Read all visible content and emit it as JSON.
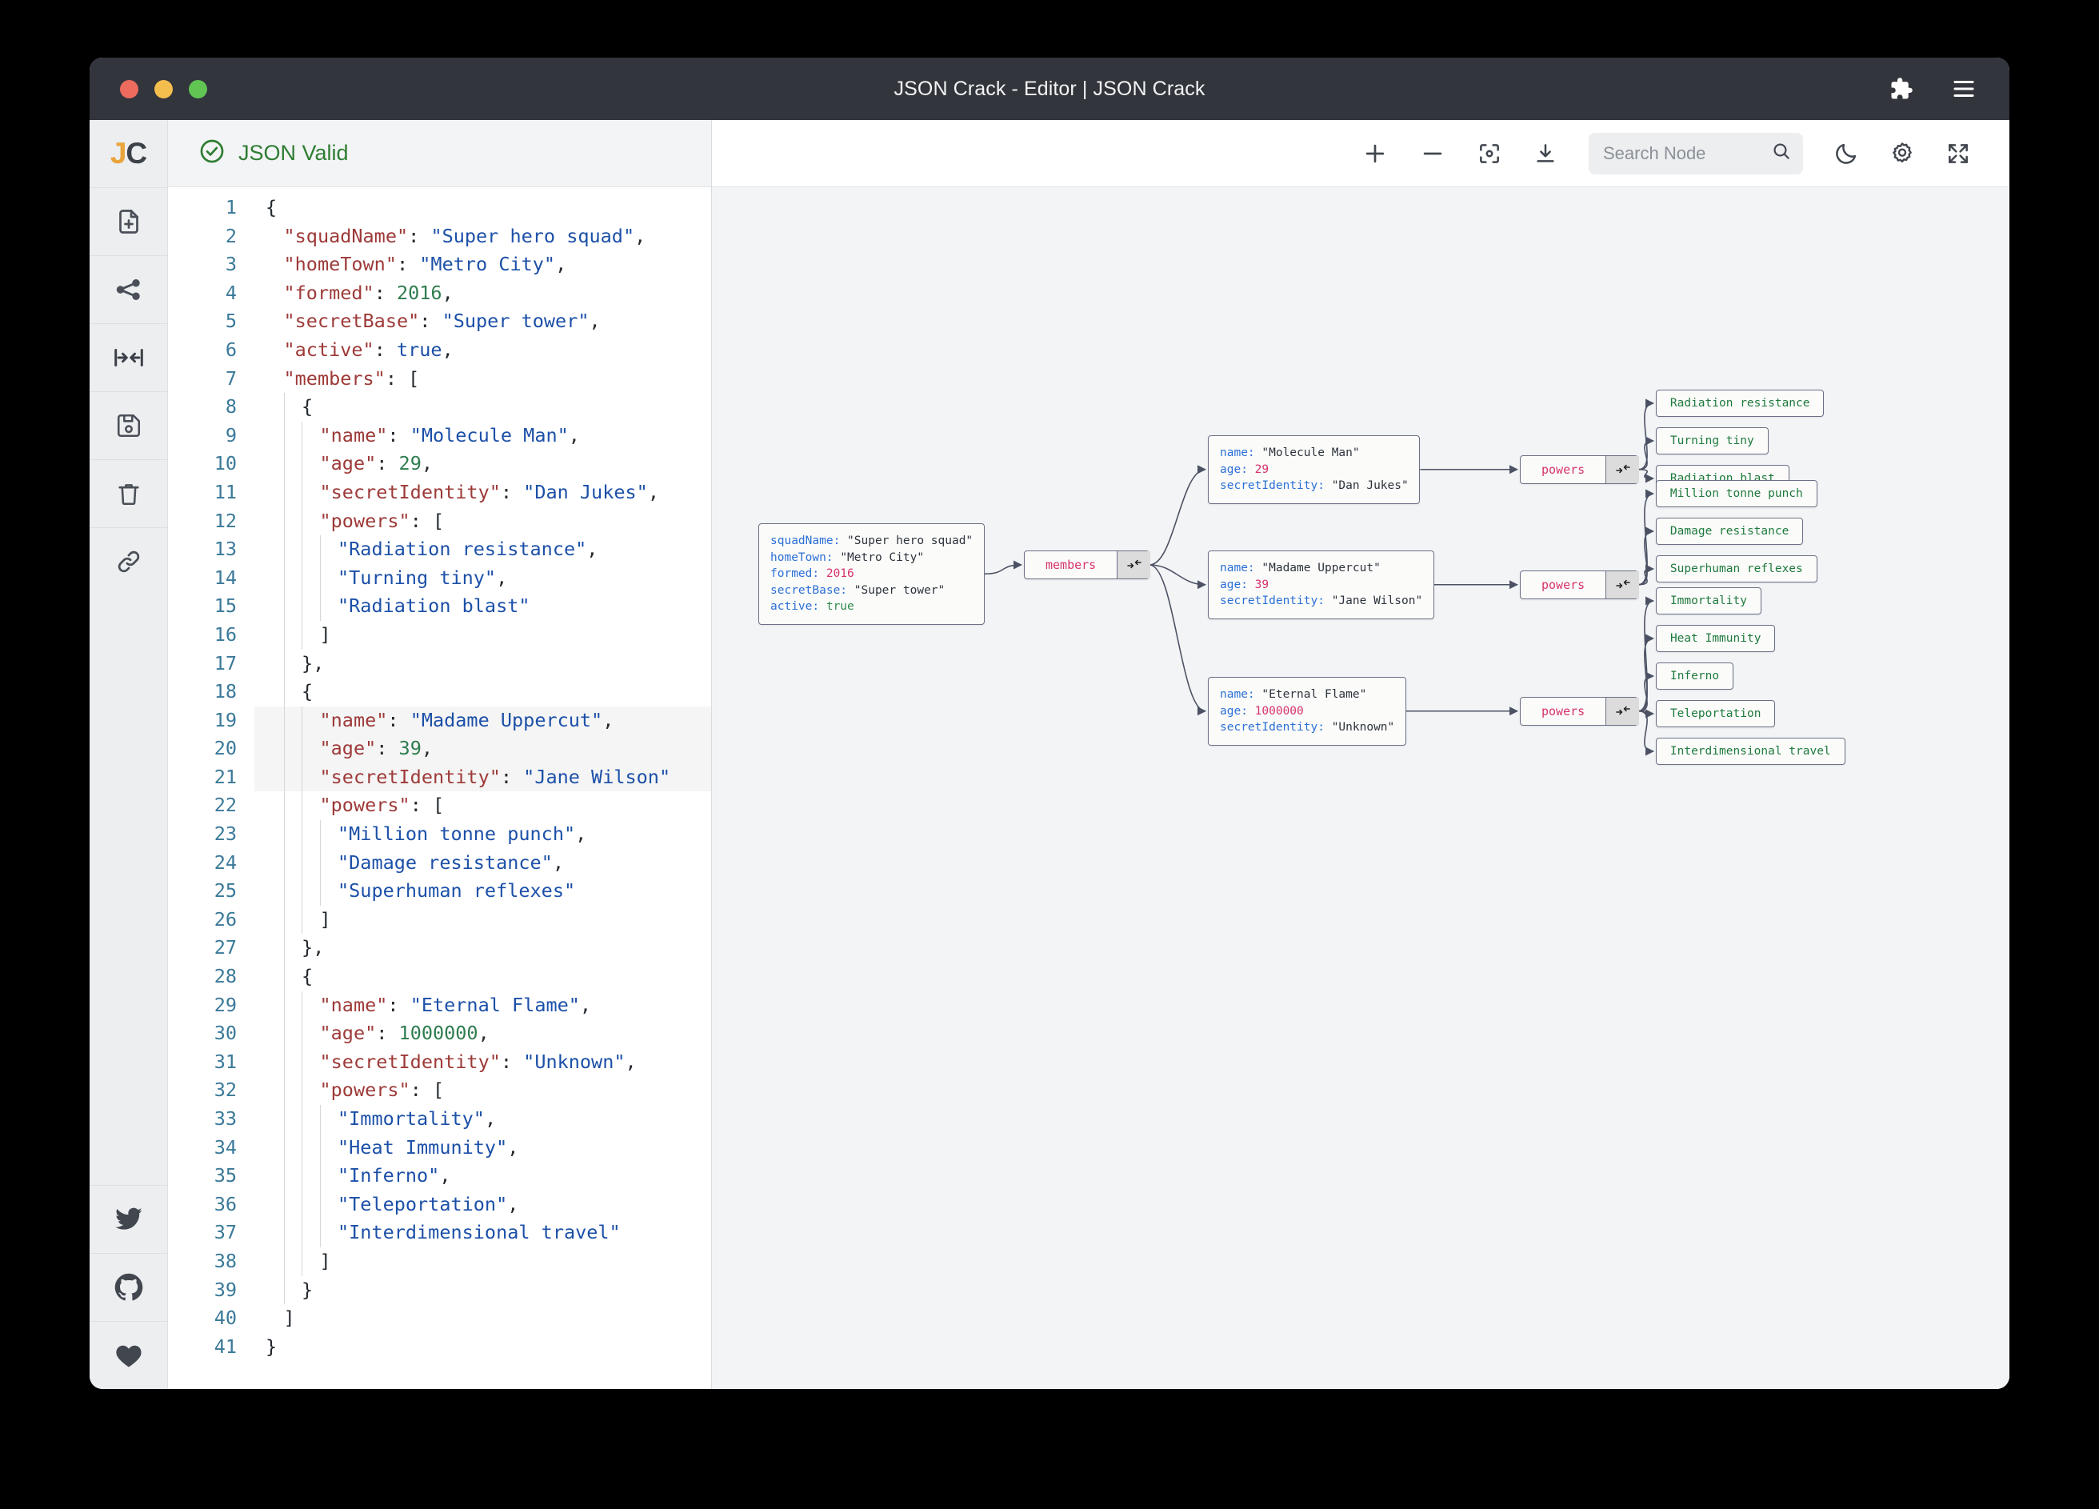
{
  "window": {
    "title": "JSON Crack - Editor | JSON Crack",
    "traffic": {
      "close": "close-button",
      "minimize": "minimize-button",
      "zoom": "zoom-button"
    },
    "right_icons": [
      {
        "name": "extensions-icon",
        "label": "Extensions"
      },
      {
        "name": "menu-icon",
        "label": "Menu"
      }
    ]
  },
  "rail": {
    "logo": {
      "j": "J",
      "c": "C"
    },
    "items": [
      {
        "name": "new-file-icon",
        "label": "New File"
      },
      {
        "name": "share-nodes-icon",
        "label": "Share"
      },
      {
        "name": "collapse-arrows-icon",
        "label": "Collapse"
      },
      {
        "name": "save-icon",
        "label": "Save"
      },
      {
        "name": "delete-icon",
        "label": "Delete"
      },
      {
        "name": "link-icon",
        "label": "Link"
      }
    ],
    "social": [
      {
        "name": "twitter-icon",
        "label": "Twitter"
      },
      {
        "name": "github-icon",
        "label": "GitHub"
      },
      {
        "name": "heart-icon",
        "label": "Sponsor"
      }
    ]
  },
  "editor": {
    "status": {
      "text": "JSON Valid",
      "icon": "check-circle-icon",
      "color": "#2e7d32"
    },
    "lines": [
      {
        "no": 1,
        "indent": 0,
        "tokens": [
          {
            "t": "p",
            "v": "{"
          }
        ]
      },
      {
        "no": 2,
        "indent": 1,
        "tokens": [
          {
            "t": "k",
            "v": "\"squadName\""
          },
          {
            "t": "p",
            "v": ": "
          },
          {
            "t": "s",
            "v": "\"Super hero squad\""
          },
          {
            "t": "p",
            "v": ","
          }
        ]
      },
      {
        "no": 3,
        "indent": 1,
        "tokens": [
          {
            "t": "k",
            "v": "\"homeTown\""
          },
          {
            "t": "p",
            "v": ": "
          },
          {
            "t": "s",
            "v": "\"Metro City\""
          },
          {
            "t": "p",
            "v": ","
          }
        ]
      },
      {
        "no": 4,
        "indent": 1,
        "tokens": [
          {
            "t": "k",
            "v": "\"formed\""
          },
          {
            "t": "p",
            "v": ": "
          },
          {
            "t": "n",
            "v": "2016"
          },
          {
            "t": "p",
            "v": ","
          }
        ]
      },
      {
        "no": 5,
        "indent": 1,
        "tokens": [
          {
            "t": "k",
            "v": "\"secretBase\""
          },
          {
            "t": "p",
            "v": ": "
          },
          {
            "t": "s",
            "v": "\"Super tower\""
          },
          {
            "t": "p",
            "v": ","
          }
        ]
      },
      {
        "no": 6,
        "indent": 1,
        "tokens": [
          {
            "t": "k",
            "v": "\"active\""
          },
          {
            "t": "p",
            "v": ": "
          },
          {
            "t": "b",
            "v": "true"
          },
          {
            "t": "p",
            "v": ","
          }
        ]
      },
      {
        "no": 7,
        "indent": 1,
        "tokens": [
          {
            "t": "k",
            "v": "\"members\""
          },
          {
            "t": "p",
            "v": ": ["
          }
        ]
      },
      {
        "no": 8,
        "indent": 2,
        "tokens": [
          {
            "t": "p",
            "v": "{"
          }
        ]
      },
      {
        "no": 9,
        "indent": 3,
        "tokens": [
          {
            "t": "k",
            "v": "\"name\""
          },
          {
            "t": "p",
            "v": ": "
          },
          {
            "t": "s",
            "v": "\"Molecule Man\""
          },
          {
            "t": "p",
            "v": ","
          }
        ]
      },
      {
        "no": 10,
        "indent": 3,
        "tokens": [
          {
            "t": "k",
            "v": "\"age\""
          },
          {
            "t": "p",
            "v": ": "
          },
          {
            "t": "n",
            "v": "29"
          },
          {
            "t": "p",
            "v": ","
          }
        ]
      },
      {
        "no": 11,
        "indent": 3,
        "tokens": [
          {
            "t": "k",
            "v": "\"secretIdentity\""
          },
          {
            "t": "p",
            "v": ": "
          },
          {
            "t": "s",
            "v": "\"Dan Jukes\""
          },
          {
            "t": "p",
            "v": ","
          }
        ]
      },
      {
        "no": 12,
        "indent": 3,
        "tokens": [
          {
            "t": "k",
            "v": "\"powers\""
          },
          {
            "t": "p",
            "v": ": ["
          }
        ]
      },
      {
        "no": 13,
        "indent": 4,
        "tokens": [
          {
            "t": "s",
            "v": "\"Radiation resistance\""
          },
          {
            "t": "p",
            "v": ","
          }
        ]
      },
      {
        "no": 14,
        "indent": 4,
        "tokens": [
          {
            "t": "s",
            "v": "\"Turning tiny\""
          },
          {
            "t": "p",
            "v": ","
          }
        ]
      },
      {
        "no": 15,
        "indent": 4,
        "tokens": [
          {
            "t": "s",
            "v": "\"Radiation blast\""
          }
        ]
      },
      {
        "no": 16,
        "indent": 3,
        "tokens": [
          {
            "t": "p",
            "v": "]"
          }
        ]
      },
      {
        "no": 17,
        "indent": 2,
        "tokens": [
          {
            "t": "p",
            "v": "},"
          }
        ]
      },
      {
        "no": 18,
        "indent": 2,
        "tokens": [
          {
            "t": "p",
            "v": "{"
          }
        ]
      },
      {
        "no": 19,
        "indent": 3,
        "tokens": [
          {
            "t": "k",
            "v": "\"name\""
          },
          {
            "t": "p",
            "v": ": "
          },
          {
            "t": "s",
            "v": "\"Madame Uppercut\""
          },
          {
            "t": "p",
            "v": ","
          }
        ]
      },
      {
        "no": 20,
        "indent": 3,
        "tokens": [
          {
            "t": "k",
            "v": "\"age\""
          },
          {
            "t": "p",
            "v": ": "
          },
          {
            "t": "n",
            "v": "39"
          },
          {
            "t": "p",
            "v": ","
          }
        ]
      },
      {
        "no": 21,
        "indent": 3,
        "tokens": [
          {
            "t": "k",
            "v": "\"secretIdentity\""
          },
          {
            "t": "p",
            "v": ": "
          },
          {
            "t": "s",
            "v": "\"Jane Wilson\""
          }
        ]
      },
      {
        "no": 22,
        "indent": 3,
        "tokens": [
          {
            "t": "k",
            "v": "\"powers\""
          },
          {
            "t": "p",
            "v": ": ["
          }
        ]
      },
      {
        "no": 23,
        "indent": 4,
        "tokens": [
          {
            "t": "s",
            "v": "\"Million tonne punch\""
          },
          {
            "t": "p",
            "v": ","
          }
        ]
      },
      {
        "no": 24,
        "indent": 4,
        "tokens": [
          {
            "t": "s",
            "v": "\"Damage resistance\""
          },
          {
            "t": "p",
            "v": ","
          }
        ]
      },
      {
        "no": 25,
        "indent": 4,
        "tokens": [
          {
            "t": "s",
            "v": "\"Superhuman reflexes\""
          }
        ]
      },
      {
        "no": 26,
        "indent": 3,
        "tokens": [
          {
            "t": "p",
            "v": "]"
          }
        ]
      },
      {
        "no": 27,
        "indent": 2,
        "tokens": [
          {
            "t": "p",
            "v": "},"
          }
        ]
      },
      {
        "no": 28,
        "indent": 2,
        "tokens": [
          {
            "t": "p",
            "v": "{"
          }
        ]
      },
      {
        "no": 29,
        "indent": 3,
        "tokens": [
          {
            "t": "k",
            "v": "\"name\""
          },
          {
            "t": "p",
            "v": ": "
          },
          {
            "t": "s",
            "v": "\"Eternal Flame\""
          },
          {
            "t": "p",
            "v": ","
          }
        ]
      },
      {
        "no": 30,
        "indent": 3,
        "tokens": [
          {
            "t": "k",
            "v": "\"age\""
          },
          {
            "t": "p",
            "v": ": "
          },
          {
            "t": "n",
            "v": "1000000"
          },
          {
            "t": "p",
            "v": ","
          }
        ]
      },
      {
        "no": 31,
        "indent": 3,
        "tokens": [
          {
            "t": "k",
            "v": "\"secretIdentity\""
          },
          {
            "t": "p",
            "v": ": "
          },
          {
            "t": "s",
            "v": "\"Unknown\""
          },
          {
            "t": "p",
            "v": ","
          }
        ]
      },
      {
        "no": 32,
        "indent": 3,
        "tokens": [
          {
            "t": "k",
            "v": "\"powers\""
          },
          {
            "t": "p",
            "v": ": ["
          }
        ]
      },
      {
        "no": 33,
        "indent": 4,
        "tokens": [
          {
            "t": "s",
            "v": "\"Immortality\""
          },
          {
            "t": "p",
            "v": ","
          }
        ]
      },
      {
        "no": 34,
        "indent": 4,
        "tokens": [
          {
            "t": "s",
            "v": "\"Heat Immunity\""
          },
          {
            "t": "p",
            "v": ","
          }
        ]
      },
      {
        "no": 35,
        "indent": 4,
        "tokens": [
          {
            "t": "s",
            "v": "\"Inferno\""
          },
          {
            "t": "p",
            "v": ","
          }
        ]
      },
      {
        "no": 36,
        "indent": 4,
        "tokens": [
          {
            "t": "s",
            "v": "\"Teleportation\""
          },
          {
            "t": "p",
            "v": ","
          }
        ]
      },
      {
        "no": 37,
        "indent": 4,
        "tokens": [
          {
            "t": "s",
            "v": "\"Interdimensional travel\""
          }
        ]
      },
      {
        "no": 38,
        "indent": 3,
        "tokens": [
          {
            "t": "p",
            "v": "]"
          }
        ]
      },
      {
        "no": 39,
        "indent": 2,
        "tokens": [
          {
            "t": "p",
            "v": "}"
          }
        ]
      },
      {
        "no": 40,
        "indent": 1,
        "tokens": [
          {
            "t": "p",
            "v": "]"
          }
        ]
      },
      {
        "no": 41,
        "indent": 0,
        "tokens": [
          {
            "t": "p",
            "v": "}"
          }
        ]
      }
    ]
  },
  "toolbar": {
    "zoom_in": "zoom-in-icon",
    "zoom_out": "zoom-out-icon",
    "center": "center-view-icon",
    "download": "download-icon",
    "search_placeholder": "Search Node",
    "search_value": "",
    "search_icon": "search-icon",
    "dark_mode": "moon-icon",
    "settings": "gear-icon",
    "fullscreen": "fullscreen-icon"
  },
  "graph": {
    "root": {
      "rows": [
        {
          "key": "squadName",
          "sep": ": ",
          "value": "\"Super hero squad\"",
          "type": "str"
        },
        {
          "key": "homeTown",
          "sep": ": ",
          "value": "\"Metro City\"",
          "type": "str"
        },
        {
          "key": "formed",
          "sep": ": ",
          "value": "2016",
          "type": "num"
        },
        {
          "key": "secretBase",
          "sep": ": ",
          "value": "\"Super tower\"",
          "type": "str"
        },
        {
          "key": "active",
          "sep": ": ",
          "value": "true",
          "type": "bool"
        }
      ]
    },
    "members_label": "members",
    "powers_label": "powers",
    "collapse_icon": "collapse-node-icon",
    "members": [
      {
        "rows": [
          {
            "key": "name",
            "sep": ": ",
            "value": "\"Molecule Man\"",
            "type": "str"
          },
          {
            "key": "age",
            "sep": ": ",
            "value": "29",
            "type": "num"
          },
          {
            "key": "secretIdentity",
            "sep": ": ",
            "value": "\"Dan Jukes\"",
            "type": "str"
          }
        ],
        "powers": [
          "Radiation resistance",
          "Turning tiny",
          "Radiation blast"
        ]
      },
      {
        "rows": [
          {
            "key": "name",
            "sep": ": ",
            "value": "\"Madame Uppercut\"",
            "type": "str"
          },
          {
            "key": "age",
            "sep": ": ",
            "value": "39",
            "type": "num"
          },
          {
            "key": "secretIdentity",
            "sep": ": ",
            "value": "\"Jane Wilson\"",
            "type": "str"
          }
        ],
        "powers": [
          "Million tonne punch",
          "Damage resistance",
          "Superhuman reflexes"
        ]
      },
      {
        "rows": [
          {
            "key": "name",
            "sep": ": ",
            "value": "\"Eternal Flame\"",
            "type": "str"
          },
          {
            "key": "age",
            "sep": ": ",
            "value": "1000000",
            "type": "num"
          },
          {
            "key": "secretIdentity",
            "sep": ": ",
            "value": "\"Unknown\"",
            "type": "str"
          }
        ],
        "powers": [
          "Immortality",
          "Heat Immunity",
          "Inferno",
          "Teleportation",
          "Interdimensional travel"
        ]
      }
    ]
  },
  "colors": {
    "valid_green": "#2e7d32",
    "node_key": "#2b6fd6",
    "node_num": "#d6336c",
    "node_bool": "#2f8a4c",
    "leaf_green": "#1f7a3d",
    "parent_pink": "#d6336c",
    "edge": "#4c5264",
    "titlebar": "#32353b"
  }
}
